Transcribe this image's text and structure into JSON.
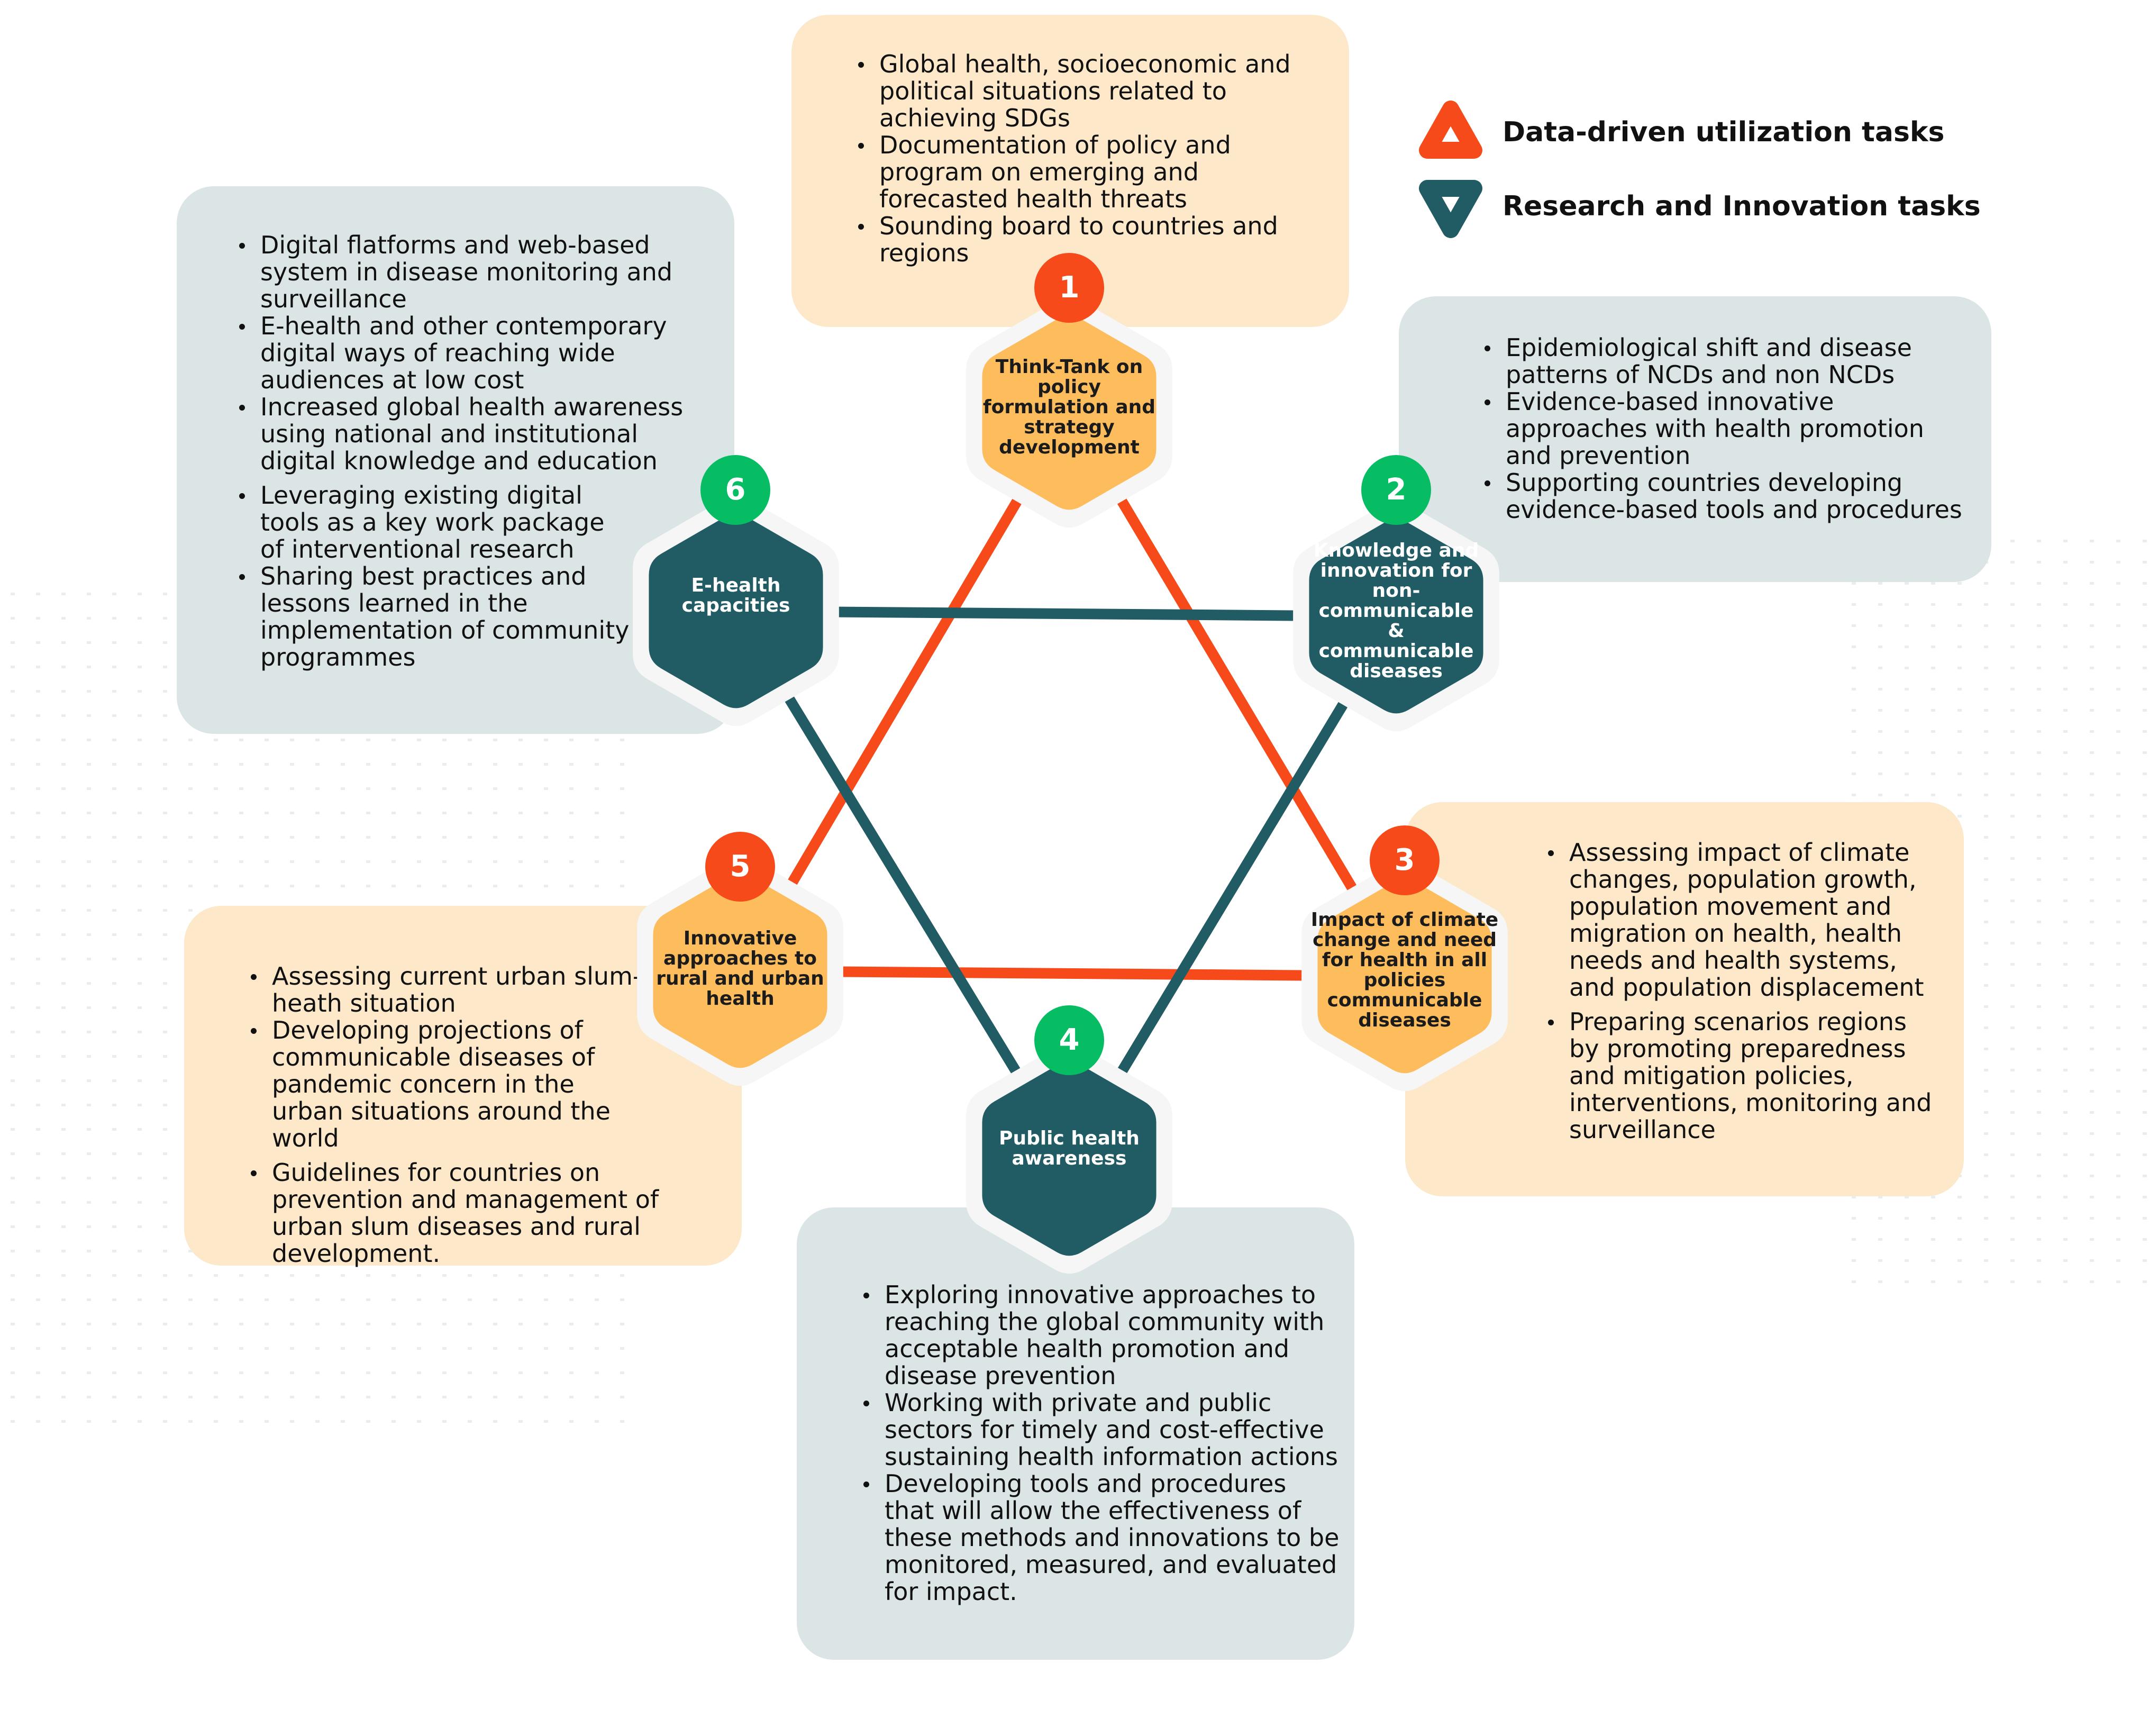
{
  "legend": [
    {
      "icon": "triangle-up-icon",
      "label": "Data-driven utilization tasks",
      "color": "#f64a1a"
    },
    {
      "icon": "triangle-down-icon",
      "label": "Research and Innovation tasks",
      "color": "#215c65"
    }
  ],
  "colors": {
    "data_driven": "#f64a1a",
    "research": "#215c65",
    "hex_orange": "#fdbd5c",
    "hex_teal": "#215c65",
    "badge_green": "#06bd64",
    "box_orange": "#fde8c9",
    "box_teal": "#dce5e6"
  },
  "nodes": [
    {
      "number": "1",
      "title": "Think-Tank on policy formulation and strategy development",
      "type": "data-driven",
      "bullets": [
        "Global health, socioeconomic and political situations related to achieving SDGs",
        "Documentation of policy and program on emerging and forecasted health threats",
        "Sounding board to countries and regions"
      ]
    },
    {
      "number": "2",
      "title": "Knowledge and innovation for non-communicable & communicable diseases",
      "type": "research",
      "bullets": [
        "Epidemiological shift and disease patterns of NCDs and non NCDs",
        "Evidence-based innovative approaches with health promotion and prevention",
        "Supporting countries developing evidence-based tools and procedures"
      ]
    },
    {
      "number": "3",
      "title": "Impact of climate change and need for health in all policies communicable diseases",
      "type": "data-driven",
      "bullets": [
        "Assessing impact of climate changes, population growth, population movement and migration on health, health needs and health systems, and population displacement",
        "Preparing scenarios regions by promoting preparedness and mitigation policies, interventions, monitoring and surveillance"
      ]
    },
    {
      "number": "4",
      "title": "Public health awareness",
      "type": "research",
      "bullets": [
        "Exploring innovative approaches to reaching the global community with acceptable health promotion and disease prevention",
        "Working with private and public sectors for timely and cost-effective sustaining health information actions",
        "Developing tools and procedures that will allow the effectiveness of these methods and innovations to be monitored, measured, and evaluated for impact."
      ]
    },
    {
      "number": "5",
      "title": "Innovative approaches to rural and urban health",
      "type": "data-driven",
      "bullets": [
        "Assessing current urban slum-heath situation",
        "Developing projections of communicable diseases of pandemic concern in the urban situations around the world",
        "Guidelines for countries on prevention and management of urban slum diseases and rural development."
      ]
    },
    {
      "number": "6",
      "title": "E-health capacities",
      "type": "research",
      "bullets": [
        "Digital flatforms and web-based system in disease monitoring and surveillance",
        "E-health and other contemporary digital ways of reaching wide audiences at low cost",
        "Increased global health awareness using national and institutional digital knowledge and education",
        "Leveraging existing digital tools as a key work package of interventional research",
        "Sharing best practices and lessons learned in the implementation of community programmes"
      ]
    }
  ],
  "connections": [
    {
      "from": "1",
      "to": "3",
      "type": "data-driven"
    },
    {
      "from": "3",
      "to": "5",
      "type": "data-driven"
    },
    {
      "from": "5",
      "to": "1",
      "type": "data-driven"
    },
    {
      "from": "2",
      "to": "4",
      "type": "research"
    },
    {
      "from": "4",
      "to": "6",
      "type": "research"
    },
    {
      "from": "6",
      "to": "2",
      "type": "research"
    }
  ]
}
